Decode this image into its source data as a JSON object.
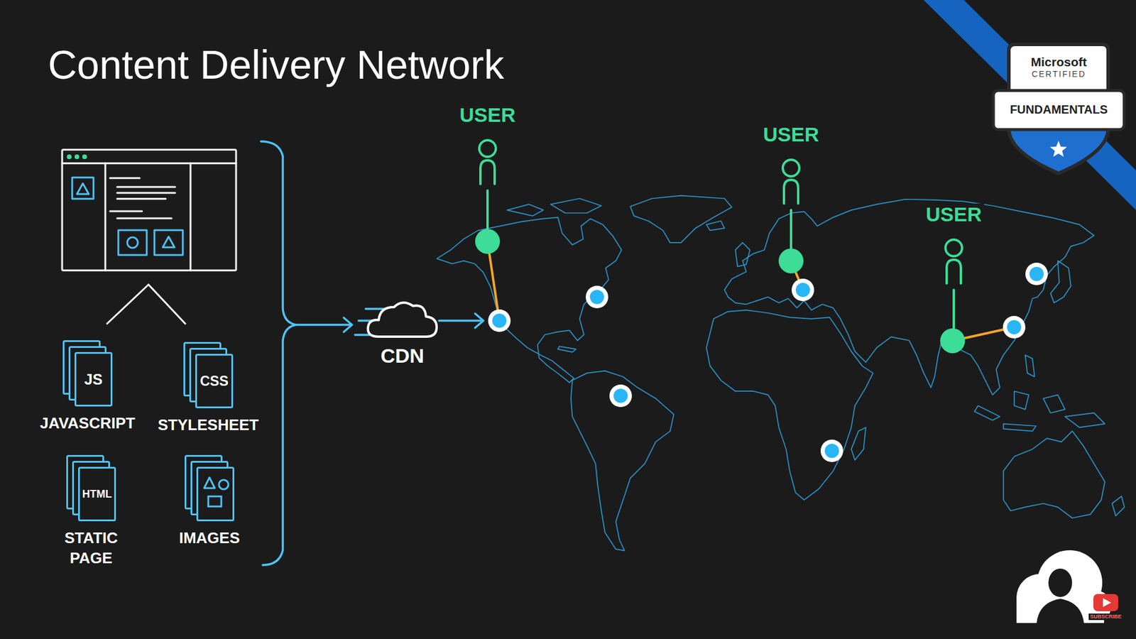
{
  "diagram": {
    "title": "Content Delivery Network",
    "nodes": [
      {
        "text": [
          "JS",
          "JAVASCRIPT"
        ]
      },
      {
        "text": [
          "CSS",
          "STYLESHEET"
        ]
      },
      {
        "text": [
          "HTML",
          "STATIC PAGE"
        ]
      },
      {
        "text": [
          "IMAGES"
        ]
      },
      {
        "text": [
          "CDN"
        ]
      },
      {
        "text": [
          "USER"
        ]
      },
      {
        "text": [
          "USER"
        ]
      },
      {
        "text": [
          "USER"
        ]
      },
      {
        "text": [
          "Microsoft",
          "CERTIFIED",
          "FUNDAMENTALS"
        ]
      }
    ],
    "labels": [
      "SUBSCRIBE"
    ]
  }
}
